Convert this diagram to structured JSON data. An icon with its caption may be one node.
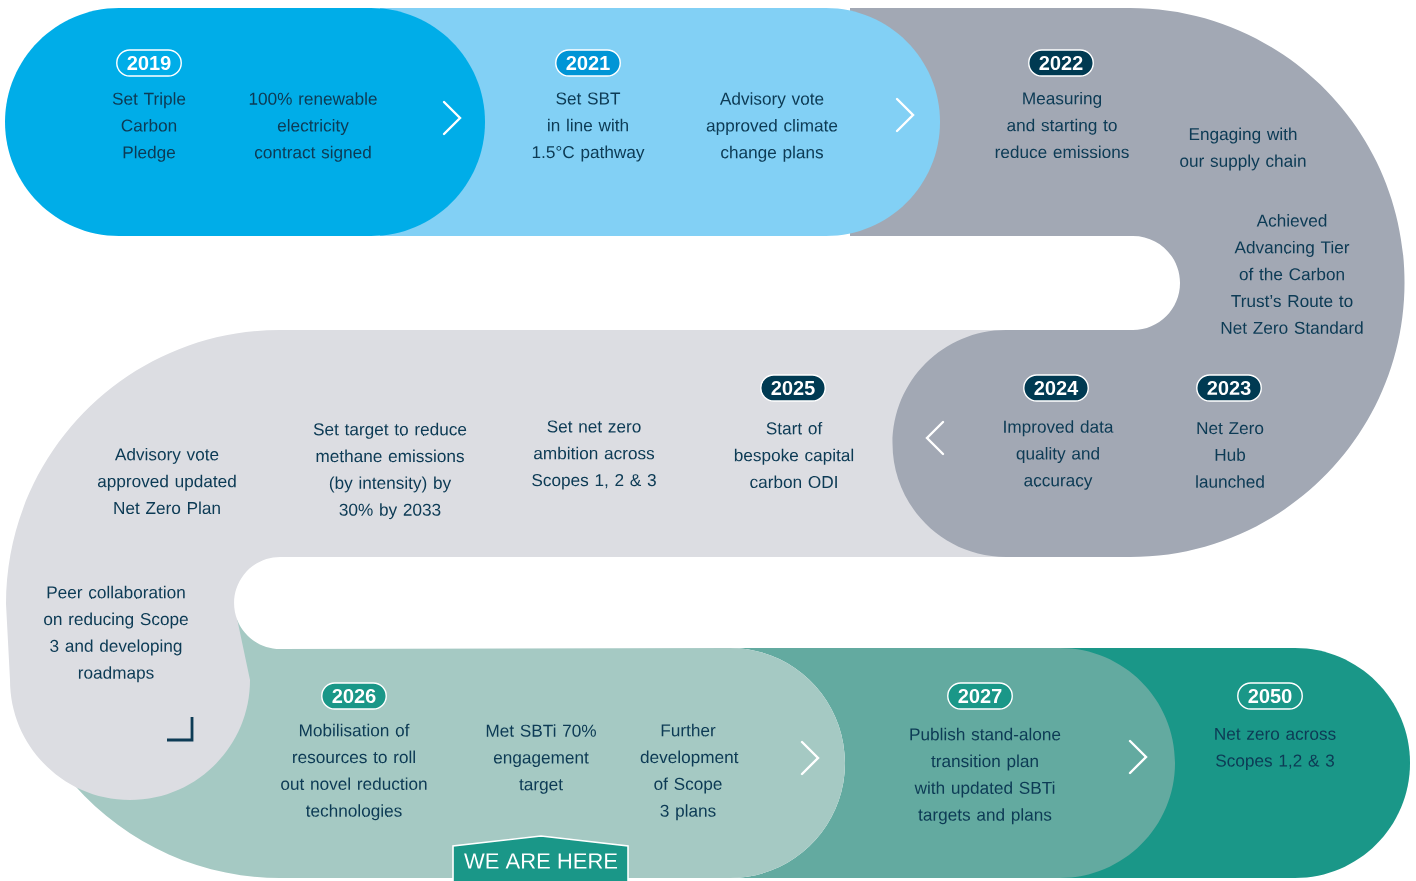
{
  "diagram": {
    "nodes": [
      {
        "text": [
          "Set Triple Carbon Pledge",
          "100% renewable electricity contract signed"
        ]
      },
      {
        "text": [
          "2019"
        ],
        "in": 0
      },
      {
        "text": [
          "Set SBT in line with 1.5°C pathway",
          "Advisory vote approved climate change plans"
        ]
      },
      {
        "text": [
          "2021"
        ],
        "in": 2
      },
      {
        "text": [
          "Measuring and starting to reduce emissions",
          "Engaging with our supply chain",
          "Achieved Advancing Tier of the Carbon Trust’s Route to Net Zero Standard",
          "Improved data quality and accuracy",
          "Net Zero Hub launched"
        ]
      },
      {
        "text": [
          "2022"
        ],
        "in": 4
      },
      {
        "text": [
          "2024"
        ],
        "in": 4
      },
      {
        "text": [
          "2023"
        ],
        "in": 4
      },
      {
        "text": [
          "Advisory vote approved updated Net Zero Plan",
          "Set target to reduce methane emissions (by intensity) by 30% by 2033",
          "Set net zero ambition across Scopes 1, 2 & 3",
          "Start of bespoke capital carbon ODI",
          "Peer collaboration on reducing Scope 3 and developing roadmaps"
        ]
      },
      {
        "text": [
          "2025"
        ],
        "in": 8
      },
      {
        "text": [
          "Mobilisation of resources to roll out novel reduction technologies",
          "Met SBTi 70% engagement target",
          "Further development of Scope 3 plans"
        ]
      },
      {
        "text": [
          "2026"
        ],
        "in": 10
      },
      {
        "text": [
          "WE ARE HERE"
        ],
        "in": 10
      },
      {
        "text": [
          "Publish stand-alone transition plan with updated SBTi targets and plans"
        ]
      },
      {
        "text": [
          "2027"
        ],
        "in": 13
      },
      {
        "text": [
          "Net zero across Scopes 1,2 & 3"
        ]
      },
      {
        "text": [
          "2050"
        ],
        "in": 15
      }
    ],
    "edges": [
      {
        "from": 0,
        "to": 2,
        "arrow": "to"
      },
      {
        "from": 2,
        "to": 4,
        "arrow": "to"
      },
      {
        "from": 4,
        "to": 8,
        "arrow": "to"
      },
      {
        "from": 10,
        "to": 13,
        "arrow": "to"
      },
      {
        "from": 13,
        "to": 15,
        "arrow": "to"
      }
    ]
  }
}
